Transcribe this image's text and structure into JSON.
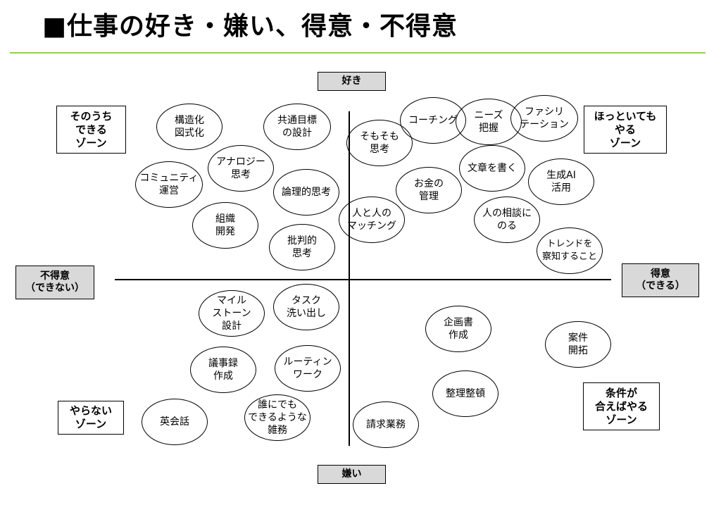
{
  "title": "■仕事の好き・嫌い、得意・不得意",
  "axis_labels": {
    "top": "好き",
    "bottom": "嫌い",
    "left": "不得意\n（できない）",
    "right": "得意\n（できる）"
  },
  "zones": {
    "top_left": "そのうち\nできる\nゾーン",
    "top_right": "ほっといても\nやる\nゾーン",
    "bottom_left": "やらない\nゾーン",
    "bottom_right": "条件が\n合えばやる\nゾーン"
  },
  "bubbles": {
    "kouzouka": "構造化\n図式化",
    "kyoutsuu": "共通目標\nの設計",
    "analogy": "アナロジー\n思考",
    "community": "コミュニティ\n運営",
    "ronri": "論理的思考",
    "soshiki": "組織\n開発",
    "hihan": "批判的\n思考",
    "somosomo": "そもそも\n思考",
    "coaching": "コーチング",
    "needs": "ニーズ\n把握",
    "facilitation": "ファシリ\nテーション",
    "bunshou": "文章を書く",
    "seisei": "生成AI\n活用",
    "okane": "お金の\n管理",
    "hitohito": "人と人の\nマッチング",
    "soudan": "人の相談に\nのる",
    "trend": "トレンドを\n察知すること",
    "milestone": "マイル\nストーン\n設計",
    "task": "タスク\n洗い出し",
    "gijiroku": "議事録\n作成",
    "routine": "ルーティン\nワーク",
    "eikaiwa": "英会話",
    "dare": "誰にでも\nできるような\n雑務",
    "seikyuu": "請求業務",
    "kikaku": "企画書\n作成",
    "seiri": "整理整頓",
    "anken": "案件\n開拓"
  }
}
